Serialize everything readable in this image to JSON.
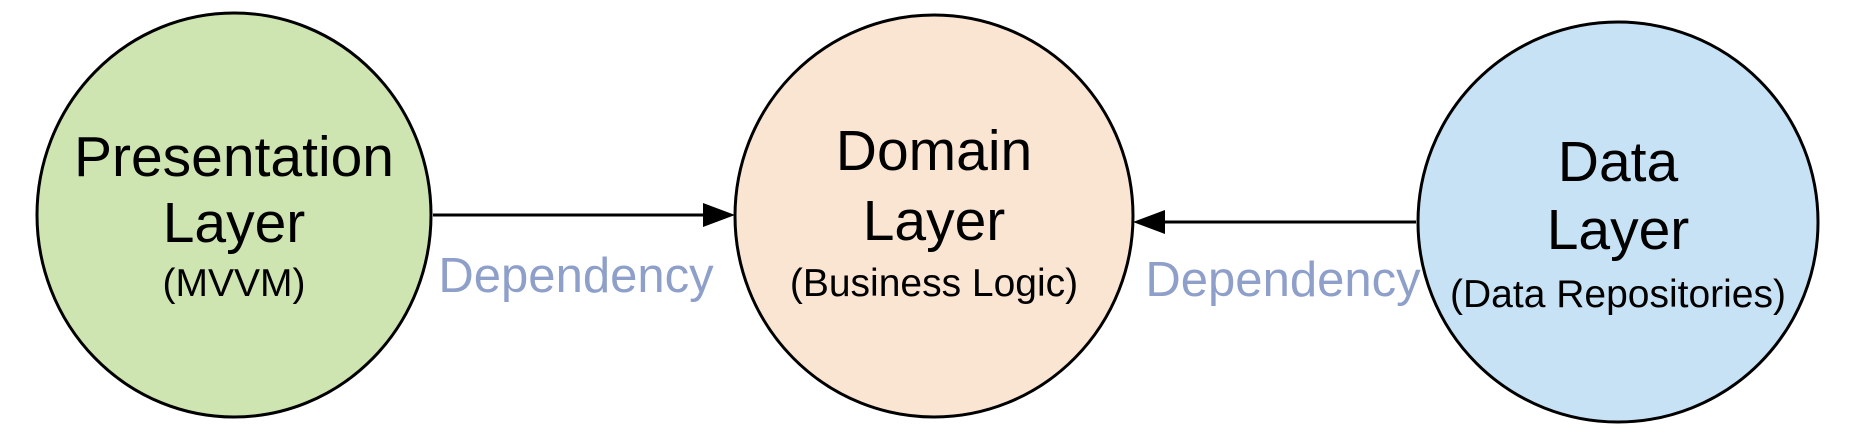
{
  "diagram": {
    "background_color": "#ffffff",
    "stroke_color": "#000000",
    "arrow_color": "#000000",
    "edge_label_color": "#8e9fca",
    "text_color": "#000000",
    "nodes": [
      {
        "name": "presentation-layer",
        "line1": "Presentation",
        "line2": "Layer",
        "subtitle": "(MVVM)",
        "fill": "#cee5b2"
      },
      {
        "name": "domain-layer",
        "line1": "Domain",
        "line2": "Layer",
        "subtitle": "(Business Logic)",
        "fill": "#fae5d3"
      },
      {
        "name": "data-layer",
        "line1": "Data",
        "line2": "Layer",
        "subtitle": "(Data Repositories)",
        "fill": "#c7e2f4"
      }
    ],
    "edges": [
      {
        "name": "presentation-to-domain",
        "label": "Dependency",
        "direction": "right"
      },
      {
        "name": "data-to-domain",
        "label": "Dependency",
        "direction": "left"
      }
    ]
  }
}
